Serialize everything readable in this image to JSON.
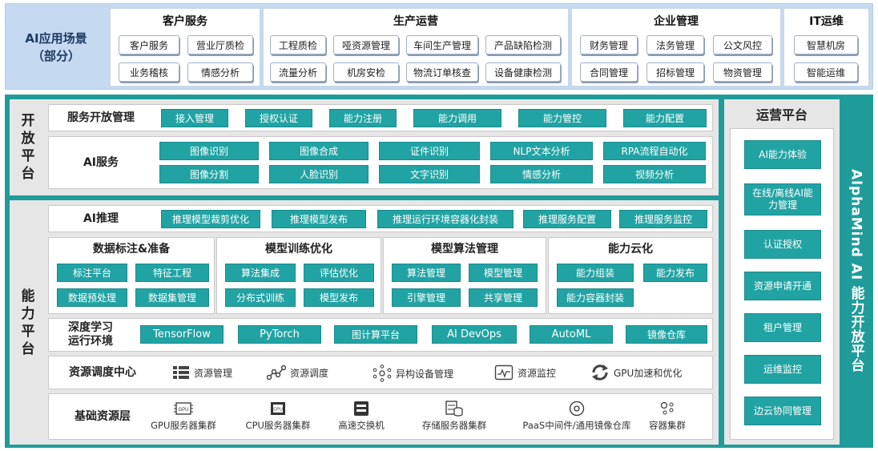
{
  "scenarios": {
    "title_line1": "AI应用场景",
    "title_line2": "（部分）",
    "customer": {
      "title": "客户服务",
      "items": [
        "客户服务",
        "营业厅质检",
        "业务稽核",
        "情感分析"
      ]
    },
    "production": {
      "title": "生产运营",
      "items": [
        "工程质检",
        "哑资源管理",
        "车间生产管理",
        "产品缺陷检测",
        "流量分析",
        "机房安检",
        "物流订单核查",
        "设备健康检测"
      ]
    },
    "enterprise": {
      "title": "企业管理",
      "items": [
        "财务管理",
        "法务管理",
        "公文风控",
        "合同管理",
        "招标管理",
        "物资管理"
      ]
    },
    "it": {
      "title": "IT运维",
      "items": [
        "智慧机房",
        "智能运维"
      ]
    }
  },
  "open_platform": {
    "label": [
      "开",
      "放",
      "平",
      "台"
    ],
    "service_mgmt": {
      "title": "服务开放管理",
      "items": [
        "接入管理",
        "授权认证",
        "能力注册",
        "能力调用",
        "能力管控",
        "能力配置"
      ]
    },
    "ai_service": {
      "title": "AI服务",
      "items": [
        "图像识别",
        "图像合成",
        "证件识别",
        "NLP文本分析",
        "RPA流程自动化",
        "图像分割",
        "人脸识别",
        "文字识别",
        "情感分析",
        "视频分析"
      ]
    }
  },
  "capability_platform": {
    "label": [
      "能",
      "力",
      "平",
      "台"
    ],
    "inference": {
      "title": "AI推理",
      "items": [
        "推理模型裁剪优化",
        "推理模型发布",
        "推理运行环境容器化封装",
        "推理服务配置",
        "推理服务监控"
      ]
    },
    "labeling": {
      "title": "数据标注&准备",
      "items": [
        "标注平台",
        "特征工程",
        "数据预处理",
        "数据集管理"
      ]
    },
    "training": {
      "title": "模型训练优化",
      "items": [
        "算法集成",
        "评估优化",
        "分布式训练",
        "模型发布"
      ]
    },
    "algorithm": {
      "title": "模型算法管理",
      "items": [
        "算法管理",
        "模型管理",
        "引擎管理",
        "共享管理"
      ]
    },
    "cloud": {
      "title": "能力云化",
      "items": [
        "能力组装",
        "能力发布",
        "能力容器封装"
      ]
    },
    "runtime": {
      "title_line1": "深度学习",
      "title_line2": "运行环境",
      "items": [
        "TensorFlow",
        "PyTorch",
        "图计算平台",
        "AI DevOps",
        "AutoML",
        "镜像仓库"
      ]
    },
    "scheduling": {
      "title": "资源调度中心",
      "items": [
        "资源管理",
        "资源调度",
        "异构设备管理",
        "资源监控",
        "GPU加速和优化"
      ]
    },
    "infrastructure": {
      "title": "基础资源层",
      "items": [
        "GPU服务器集群",
        "CPU服务器集群",
        "高速交换机",
        "存储服务器集群",
        "PaaS中间件/通用镜像仓库",
        "容器集群"
      ],
      "icon_text": {
        "gpu": "GPU",
        "cpu": "CPU"
      }
    }
  },
  "ops_platform": {
    "title": "运营平台",
    "items": [
      "AI能力体验",
      "在线/离线AI能力管理",
      "认证授权",
      "资源申请开通",
      "租户管理",
      "运维监控",
      "边云协同管理"
    ]
  },
  "side_title": "AlphaMind AI 能力开放平台",
  "colors": {
    "teal": "#1f9c9a",
    "box": "#22a3a3",
    "top_bg": "#c5d9f1",
    "panel": "#e6e6e6"
  },
  "icons": [
    "list-icon",
    "scatter-icon",
    "device-cluster-icon",
    "monitor-icon",
    "refresh-icon",
    "gpu-chip-icon",
    "cpu-chip-icon",
    "switch-icon",
    "storage-icon",
    "disc-icon",
    "container-icon"
  ]
}
